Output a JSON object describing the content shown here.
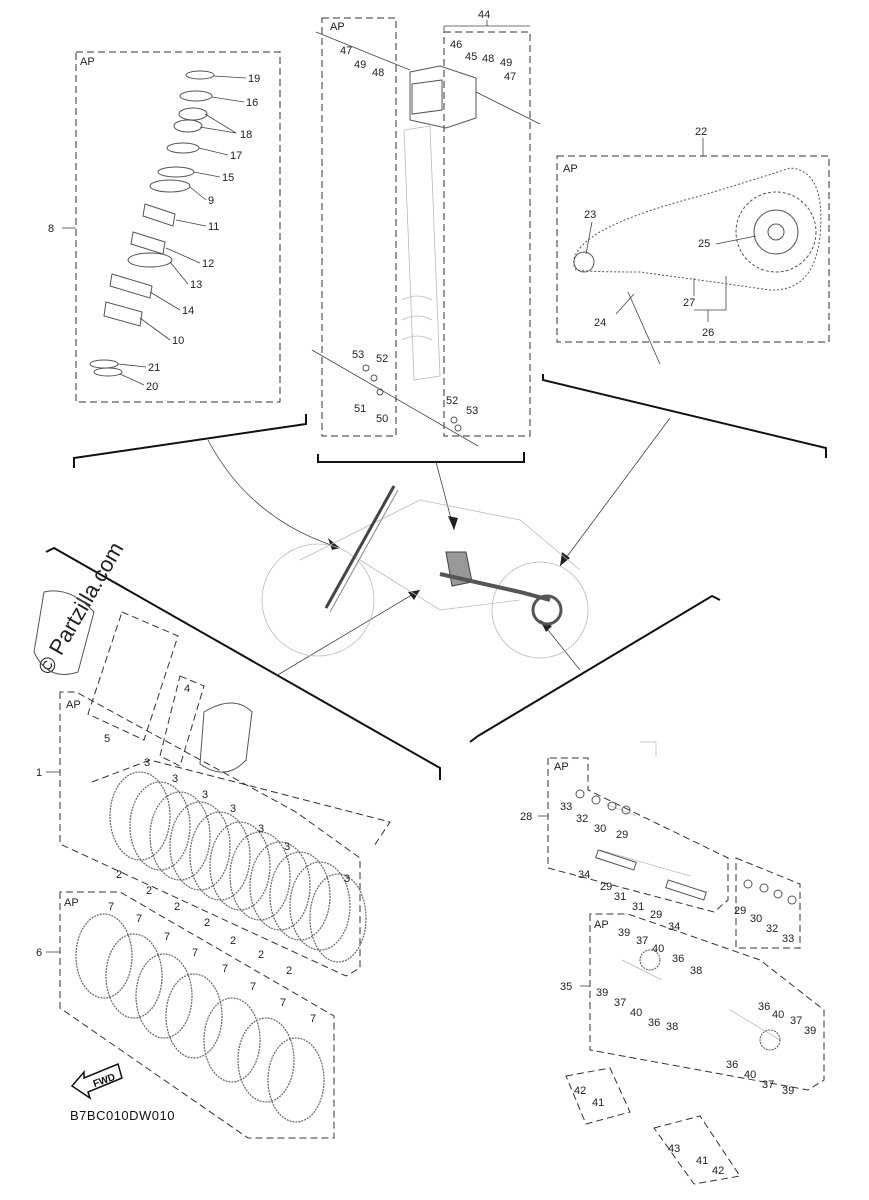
{
  "diagram_code": "B7BC010DW010",
  "watermark": "© Partzilla.com",
  "ap_label": "AP",
  "fwd_label": "FWD",
  "labels": {
    "fork": [
      "19",
      "16",
      "18",
      "17",
      "15",
      "9",
      "11",
      "12",
      "13",
      "14",
      "10",
      "21",
      "20",
      "8"
    ],
    "shock": [
      "44",
      "46",
      "45",
      "48",
      "49",
      "47",
      "47",
      "49",
      "48",
      "53",
      "52",
      "51",
      "50",
      "52",
      "53"
    ],
    "chain": [
      "22",
      "23",
      "25",
      "24",
      "27",
      "26"
    ],
    "clutch": [
      "4",
      "5",
      "1",
      "3",
      "3",
      "3",
      "3",
      "3",
      "3",
      "3",
      "2",
      "2",
      "2",
      "2",
      "2",
      "2",
      "2",
      "6",
      "7",
      "7",
      "7",
      "7",
      "7",
      "7",
      "7",
      "7"
    ],
    "linkage": [
      "28",
      "33",
      "32",
      "30",
      "29",
      "34",
      "29",
      "31",
      "31",
      "29",
      "34",
      "29",
      "30",
      "32",
      "33",
      "35",
      "39",
      "37",
      "40",
      "36",
      "38",
      "39",
      "37",
      "40",
      "36",
      "38",
      "36",
      "40",
      "37",
      "39",
      "36",
      "40",
      "37",
      "39",
      "42",
      "41",
      "43",
      "41",
      "42"
    ]
  }
}
